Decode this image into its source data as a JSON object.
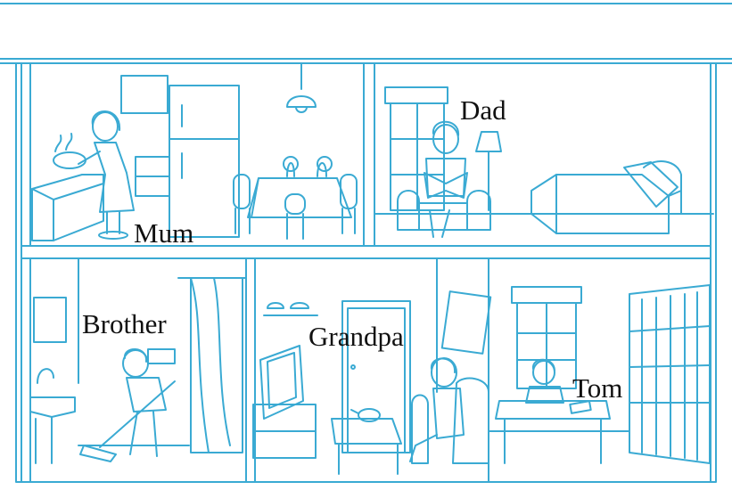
{
  "labels": {
    "mum": "Mum",
    "dad": "Dad",
    "brother": "Brother",
    "grandpa": "Grandpa",
    "tom": "Tom"
  },
  "colors": {
    "line": "#3aaad3",
    "text": "#111111",
    "background": "#ffffff"
  }
}
